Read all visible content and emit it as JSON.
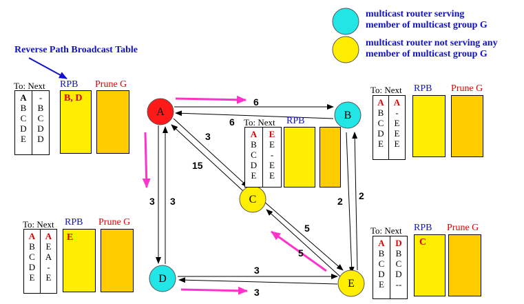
{
  "legend": {
    "serving_line1": "multicast router serving",
    "serving_line2": "member of multicast group G",
    "not_serving_line1": "multicast router not serving any",
    "not_serving_line2": "member of multicast group G",
    "serving_color": "#22e6e6",
    "not_serving_color": "#ffee00",
    "source_color": "#ff1a1a"
  },
  "caption": "Reverse Path Broadcast Table",
  "headers": {
    "to_next": "To: Next",
    "rpb": "RPB",
    "prune": "Prune G"
  },
  "nodes": [
    {
      "id": "A",
      "label": "A",
      "type": "source"
    },
    {
      "id": "B",
      "label": "B",
      "type": "serving"
    },
    {
      "id": "C",
      "label": "C",
      "type": "not_serving"
    },
    {
      "id": "D",
      "label": "D",
      "type": "serving"
    },
    {
      "id": "E",
      "label": "E",
      "type": "not_serving"
    }
  ],
  "link_costs": {
    "A_B_top": "6",
    "B_A_bottom": "6",
    "A_C_out": "3",
    "C_A_back": "15",
    "A_D_down": "3",
    "D_A_up": "3",
    "B_E_left": "2",
    "E_B_right": "2",
    "C_E_upper": "5",
    "E_C_lower": "5",
    "D_E_top": "3",
    "E_D_bottom": "3"
  },
  "tables": {
    "A": {
      "to": [
        "A",
        "B",
        "C",
        "D",
        "E"
      ],
      "next": [
        "-",
        "B",
        "C",
        "D",
        "D"
      ],
      "rpb": "B, D",
      "prune": ""
    },
    "B": {
      "to": [
        "A",
        "B",
        "C",
        "D",
        "E"
      ],
      "next": [
        "A",
        "-",
        "E",
        "E",
        "E"
      ],
      "rpb": "",
      "prune": ""
    },
    "C": {
      "to": [
        "A",
        "B",
        "C",
        "D",
        "E"
      ],
      "next": [
        "E",
        "E",
        "-",
        "E",
        "E"
      ],
      "rpb": "",
      "prune": ""
    },
    "D": {
      "to": [
        "A",
        "B",
        "C",
        "D",
        "E"
      ],
      "next": [
        "A",
        "E",
        "A",
        "-",
        "E"
      ],
      "rpb": "E",
      "prune": ""
    },
    "E": {
      "to": [
        "A",
        "B",
        "C",
        "D",
        "E"
      ],
      "next": [
        "D",
        "B",
        "C",
        "D",
        "--"
      ],
      "rpb": "C",
      "prune": ""
    }
  }
}
